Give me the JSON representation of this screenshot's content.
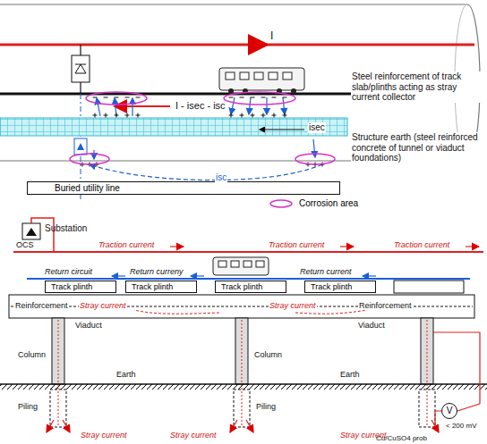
{
  "diagram": {
    "nodes": [
      {
        "text": [
          "Buried utility line"
        ]
      },
      {
        "text": [
          "Track plinth"
        ]
      },
      {
        "text": [
          "Track plinth"
        ]
      },
      {
        "text": [
          "Track plinth"
        ]
      },
      {
        "text": [
          "Track plinth"
        ]
      },
      {
        "text": [
          "V"
        ]
      }
    ],
    "labels": [
      "I",
      "I - isec - isc",
      "Steel reinforcement of track slab/plinths acting as stray current collector",
      "isec",
      "isc",
      "Structure earth (steel reinforced concrete of tunnel or viaduct foundations)",
      "Substation",
      "OCS",
      "Traction current",
      "Traction current",
      "Traction current",
      "Return circuit",
      "Return curreny",
      "Return current",
      "Reinforcement",
      "Stray current",
      "Stray current",
      "Reinforcement",
      "Viaduct",
      "Viaduct",
      "Column",
      "Column",
      "Earth",
      "Earth",
      "Piling",
      "Piling",
      "Stray current",
      "Stray current",
      "Stray current",
      "< 200 mV",
      "Cu/CuSO4 prob"
    ],
    "legend": [
      {
        "text": "Corrosion area"
      }
    ]
  }
}
